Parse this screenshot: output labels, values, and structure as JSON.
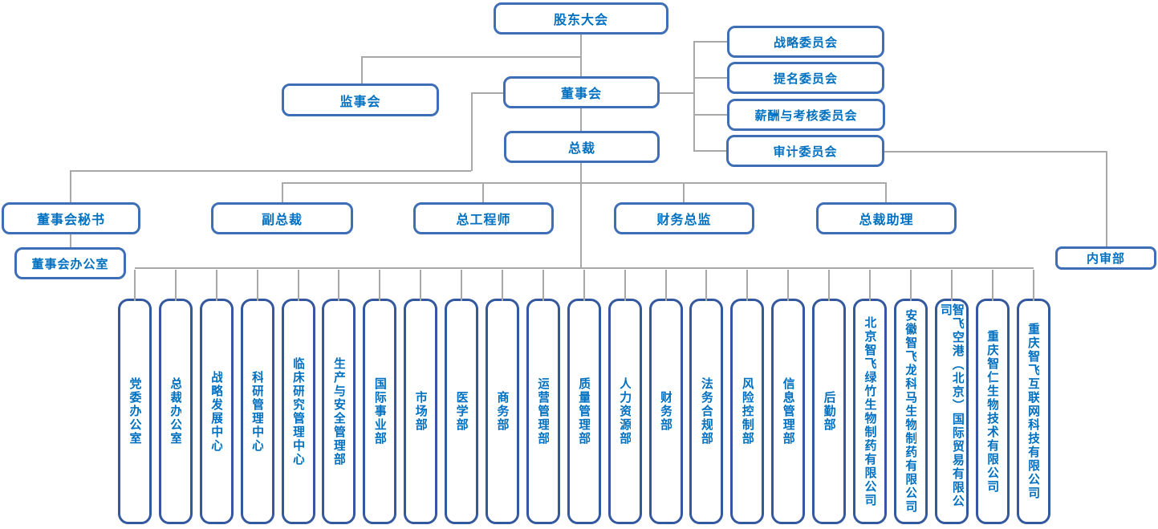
{
  "nodes": {
    "shareholders_meeting": "股东大会",
    "supervisory_board": "监事会",
    "board_of_directors": "董事会",
    "president": "总裁",
    "board_secretary": "董事会秘书",
    "board_office": "董事会办公室",
    "vice_president": "副总裁",
    "chief_engineer": "总工程师",
    "finance_director": "财务总监",
    "president_assistant": "总裁助理",
    "internal_audit": "内审部"
  },
  "committees": [
    "战略委员会",
    "提名委员会",
    "薪酬与考核委员会",
    "审计委员会"
  ],
  "departments": [
    "党委办公室",
    "总裁办公室",
    "战略发展中心",
    "科研管理中心",
    "临床研究管理中心",
    "生产与安全管理部",
    "国际事业部",
    "市场部",
    "医学部",
    "商务部",
    "运营管理部",
    "质量管理部",
    "人力资源部",
    "财务部",
    "法务合规部",
    "风险控制部",
    "信息管理部",
    "后勤部",
    "北京智飞绿竹生物制药有限公司",
    "安徽智飞龙科马生物制药有限公司",
    "智飞空港（北京）国际贸易有限公司",
    "重庆智仁生物技术有限公司",
    "重庆智飞互联网科技有限公司"
  ],
  "colors": {
    "box_border": "#3e6eb5",
    "vertical_box_border": "#33589e",
    "text": "#0070c0",
    "connector": "#a8a8a8",
    "background": "#ffffff"
  }
}
